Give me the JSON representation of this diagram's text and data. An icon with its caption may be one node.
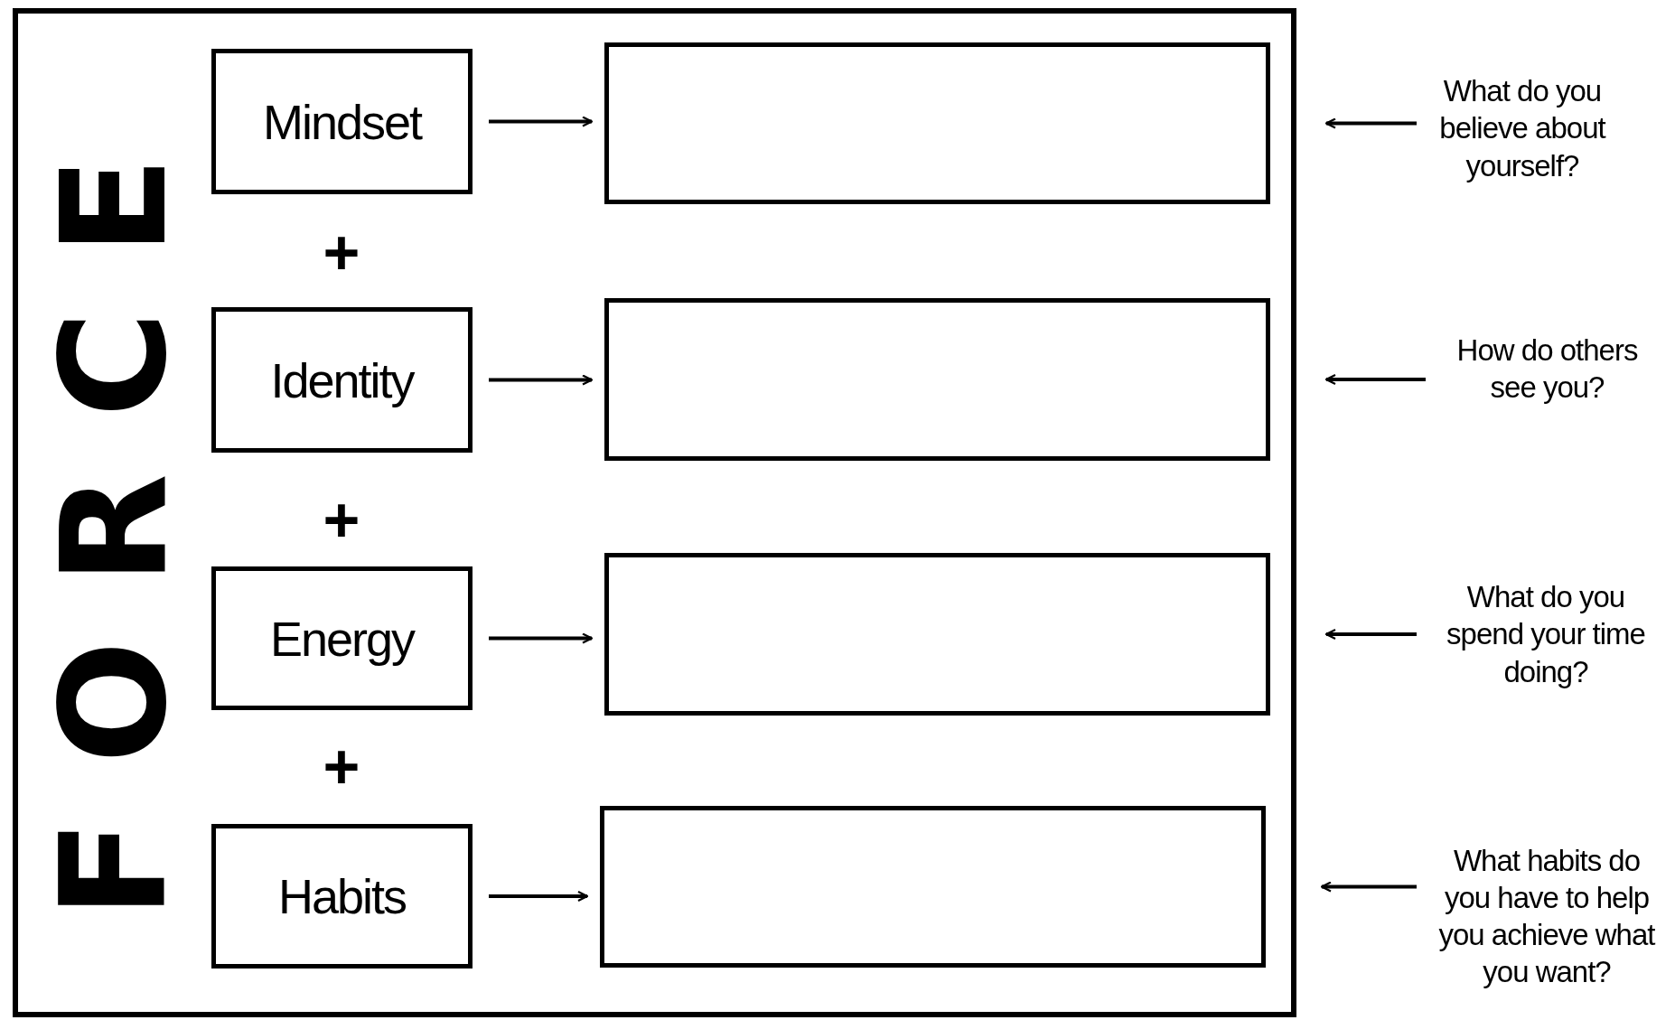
{
  "diagram": {
    "nodes": [
      {
        "text": [
          "FORCE"
        ]
      },
      {
        "text": [
          "Mindset"
        ],
        "in": 0
      },
      {
        "text": [],
        "shape": "box",
        "in": 0
      },
      {
        "text": [
          "Identity"
        ],
        "in": 0
      },
      {
        "text": [],
        "shape": "box",
        "in": 0
      },
      {
        "text": [
          "Energy"
        ],
        "in": 0
      },
      {
        "text": [],
        "shape": "box",
        "in": 0
      },
      {
        "text": [
          "Habits"
        ],
        "in": 0
      },
      {
        "text": [],
        "shape": "box",
        "in": 0
      },
      {
        "text": [
          "What do you believe about yourself?"
        ]
      },
      {
        "text": [
          "How do others see you?"
        ]
      },
      {
        "text": [
          "What do you spend your time doing?"
        ]
      },
      {
        "text": [
          "What habits do you have to help you achieve what you want?"
        ]
      }
    ],
    "edges": [
      {
        "from": 1,
        "to": 2,
        "arrow": "to"
      },
      {
        "from": 3,
        "to": 4,
        "arrow": "to"
      },
      {
        "from": 5,
        "to": 6,
        "arrow": "to"
      },
      {
        "from": 7,
        "to": 8,
        "arrow": "to"
      },
      {
        "from": 9,
        "to": 2,
        "arrow": "to"
      },
      {
        "from": 10,
        "to": 4,
        "arrow": "to"
      },
      {
        "from": 11,
        "to": 6,
        "arrow": "to"
      },
      {
        "from": 12,
        "to": 8,
        "arrow": "to"
      }
    ],
    "labels": [
      "+",
      "+",
      "+"
    ]
  }
}
